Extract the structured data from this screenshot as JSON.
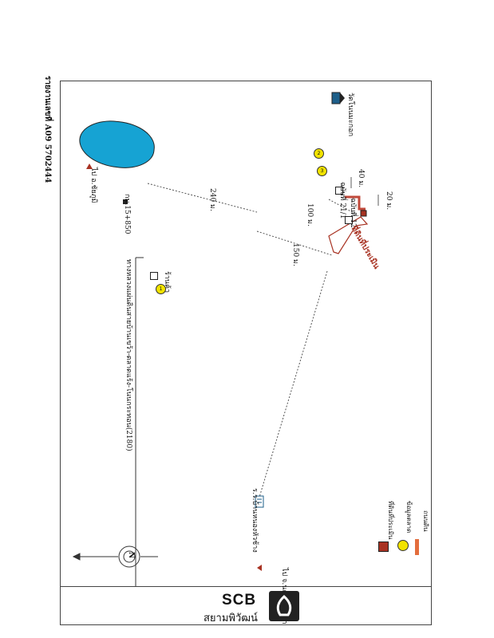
{
  "header": {
    "report_id": "รายงานเลขที่ A09 5702444"
  },
  "map": {
    "to_chaiyaphum": "ไป อ.ชัยภูมิ",
    "km_marker": "กม.15+850",
    "highway_label": "ทางหลวงแผ่นดินสายบ้านเขว้า-ตลาดแร้ง-โนนกระทอน(2180)",
    "shop_label": "ร้านค้า",
    "village_sign": "ร.ร.บ้านหนองหัวช้าง",
    "to_nakhon": "ไป จ.นครราชสีมา",
    "temple_label": "วัดโนนมะกอก",
    "plot_a_label": "ฉบับที่ 21/1",
    "plot_b_label": "ฉบับที่ 12",
    "subject_label": "ที่ดินที่ประเมิน",
    "distances": {
      "d240": "240 ม.",
      "d100": "100 ม.",
      "d150": "150 ม.",
      "d40": "40 ม.",
      "d20": "20 ม."
    },
    "markers": [
      "1",
      "2",
      "3"
    ]
  },
  "compass": {
    "north": "N"
  },
  "legend": {
    "subject": "ที่ดินที่ประเมิน",
    "reference": "ข้อมูลตลาด",
    "road": "ถนนดิน"
  },
  "footer": {
    "brand": "SCB",
    "brand_thai": "สยามพิวัฒน์"
  },
  "colors": {
    "lake": "#16a3d3",
    "marker": "#f2e300",
    "subject": "#a83222",
    "road": "#e36d3d"
  }
}
